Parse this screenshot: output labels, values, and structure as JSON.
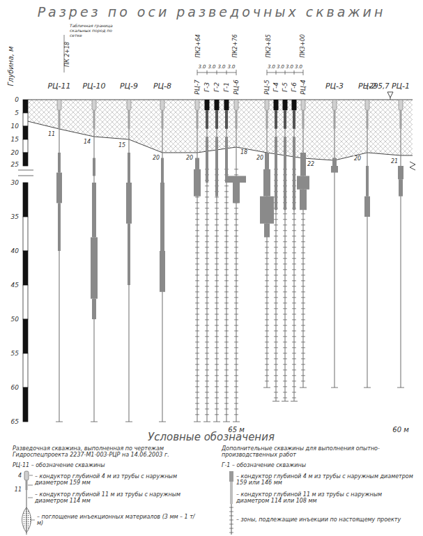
{
  "diagram": {
    "title": "Разрез по оси разведочных скважин",
    "labels": [
      "Глубина, м",
      "0",
      "5",
      "10",
      "15",
      "20",
      "25",
      "30",
      "35",
      "40",
      "45",
      "50",
      "55",
      "60",
      "65",
      "РЦ-11",
      "РЦ-10",
      "РЦ-9",
      "РЦ-8",
      "РЦ-7",
      "Г-3",
      "Г-2",
      "Г-1",
      "РЦ-6",
      "РЦ-5",
      "Г-4",
      "Г-5",
      "Г-6",
      "РЦ-4",
      "РЦ-3",
      "РЦ-2",
      "РЦ-1",
      "ПК 2+18",
      "Табличная граница скальных пород по сетке",
      "ПК2+64",
      "ПК2+76",
      "ПК2+85",
      "ПК3+00",
      "3.0",
      "3.0",
      "3.0",
      "3.0",
      "3.0",
      "3.0",
      "3.0",
      "3.0",
      "~295,7",
      "65 м",
      "60 м",
      "11",
      "14",
      "15",
      "20",
      "20",
      "18",
      "20",
      "22",
      "20",
      "21",
      "Условные обозначения",
      "Разведочная скважина, выполненная по чертежам Гидроспецпроекта 2237-М1-003-РЦР на 14.06.2003 г.",
      "Дополнительные скважины для выполнения опытно-производственных работ",
      "4",
      "11"
    ],
    "legend": [
      {
        "text": "РЦ-11 – обозначение скважины"
      },
      {
        "text": "– кондуктор глубиной 4 м из трубы с наружным диаметром 159 мм"
      },
      {
        "text": "– кондуктор глубиной 11 м из трубы с наружным диаметром 114 мм"
      },
      {
        "text": "– поглощение инъекционных материалов (3 мм – 1 т/м)"
      },
      {
        "text": "Г-1 – обозначение скважины"
      },
      {
        "text": "– кондуктор глубиной 4 м из трубы с наружным диаметром 159 или 146 мм"
      },
      {
        "text": "– кондуктор глубиной 11 м из трубы с наружным диаметром 114 или 108 мм"
      },
      {
        "text": "– зоны, подлежащие инъекции по настоящему проекту"
      }
    ]
  }
}
